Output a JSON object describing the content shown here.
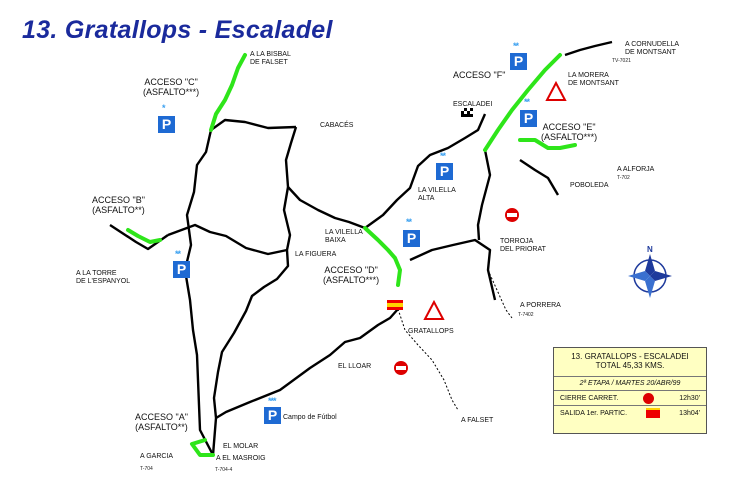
{
  "title": "13. Gratallops - Escaladel",
  "accesses": [
    {
      "id": "c",
      "line1": "ACCESO \"C\"",
      "line2": "(ASFALTO***)",
      "stars": "*"
    },
    {
      "id": "b",
      "line1": "ACCESO \"B\"",
      "line2": "(ASFALTO**)",
      "stars": "**"
    },
    {
      "id": "a",
      "line1": "ACCESO \"A\"",
      "line2": "(ASFALTO**)",
      "stars": "***"
    },
    {
      "id": "d",
      "line1": "ACCESO \"D\"",
      "line2": "(ASFALTO***)",
      "stars": "**"
    },
    {
      "id": "e",
      "line1": "ACCESO \"E\"",
      "line2": "(ASFALTO***)",
      "stars": "**"
    },
    {
      "id": "f",
      "line1": "ACCESO \"F\"",
      "line2": "",
      "stars": "**"
    }
  ],
  "places": {
    "bisbal": "A LA BISBAL\nDE FALSET",
    "cabaces": "CABACÉS",
    "torre": "A LA TORRE\nDE L'ESPANYOL",
    "figuera": "LA FIGUERA",
    "vilella_baixa": "LA VILELLA\nBAIXA",
    "vilella_alta": "LA VILELLA\nALTA",
    "escaladei": "ESCALADEI",
    "cornudella": "A CORNUDELLA\nDE MONTSANT",
    "morera": "LA MORERA\nDE MONTSANT",
    "alforja": "A ALFORJA",
    "poboleda": "POBOLEDA",
    "torroja": "TORROJA\nDEL PRIORAT",
    "porrera": "A PORRERA",
    "gratallops": "GRATALLOPS",
    "lloar": "EL LLOAR",
    "falset": "A FALSET",
    "molar": "EL MOLAR",
    "masroig": "A EL MASROIG",
    "garcia": "A GARCIA",
    "campo": "Campo de Fútbol"
  },
  "roads": {
    "tv7021": "TV-7021",
    "tv702": "T-702",
    "tv7402": "T-7402",
    "t704": "T-704",
    "t7044": "T-704-4"
  },
  "info": {
    "heading": "13. GRATALLOPS - ESCALADEI",
    "total": "TOTAL 45,33 KMS.",
    "stage": "2ª ETAPA / MARTES 20/ABR/99",
    "cierre_label": "CIERRE CARRET.",
    "cierre_time": "12h30'",
    "salida_label": "SALIDA 1er. PARTIC.",
    "salida_time": "13h04'"
  },
  "colors": {
    "route": "#2ee51a",
    "road": "#000000",
    "title": "#1a2a9c",
    "parking": "#1e6ad3",
    "box": "#ffffc2"
  }
}
